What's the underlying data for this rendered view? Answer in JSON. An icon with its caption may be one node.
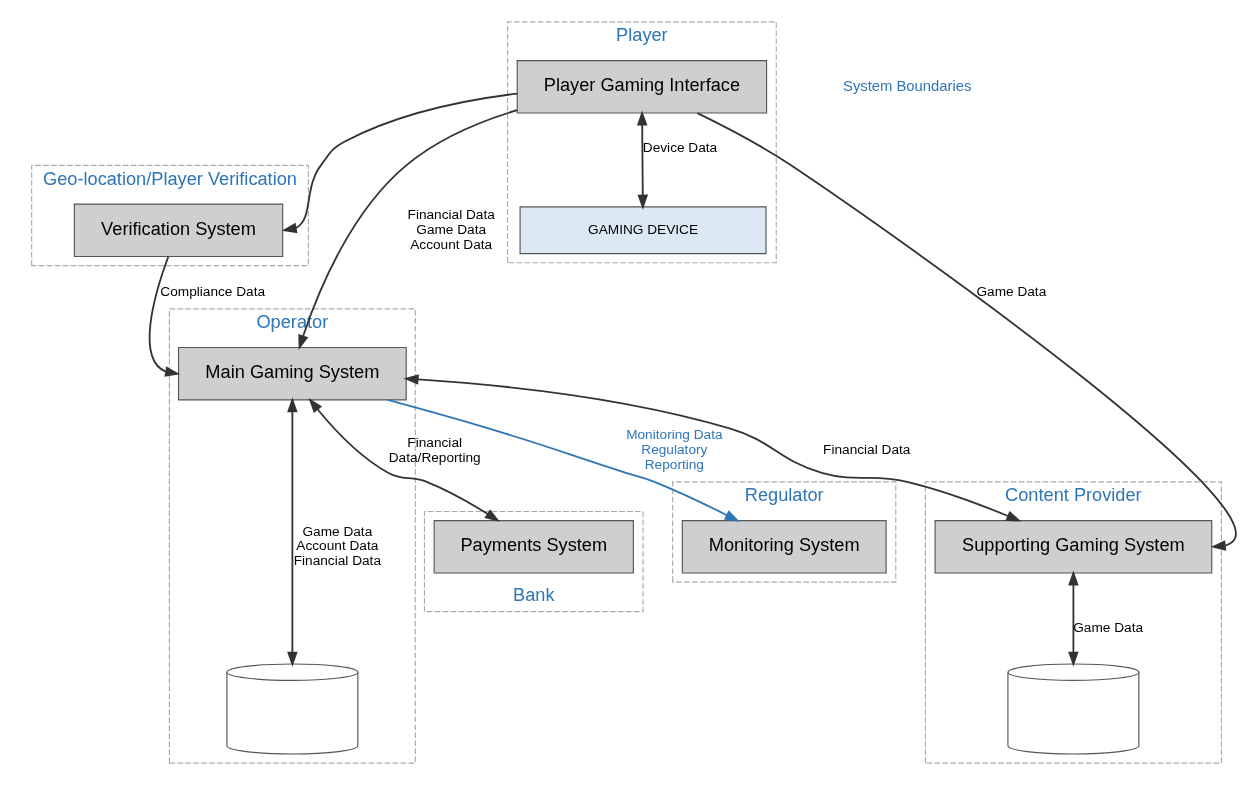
{
  "diagram": {
    "nodes": [
      {
        "text": [
          "Geo-location/Player Verification"
        ]
      },
      {
        "text": [
          "Verification System"
        ],
        "in": 0
      },
      {
        "text": [
          "Player"
        ]
      },
      {
        "text": [
          "Player Gaming Interface"
        ],
        "in": 2
      },
      {
        "text": [
          "GAMING DEVICE"
        ],
        "in": 2
      },
      {
        "text": [
          "Regulator"
        ]
      },
      {
        "text": [
          "Monitoring System"
        ],
        "in": 5
      },
      {
        "text": [
          "Operator"
        ]
      },
      {
        "text": [
          "Main Gaming System"
        ],
        "in": 7
      },
      {
        "text": [],
        "shape": "cylinder",
        "in": 7
      },
      {
        "text": [
          "Content Provider"
        ]
      },
      {
        "text": [
          "Supporting Gaming System"
        ],
        "in": 10
      },
      {
        "text": [],
        "shape": "cylinder",
        "in": 10
      },
      {
        "text": [
          "Bank"
        ]
      },
      {
        "text": [
          "Payments System"
        ],
        "in": 13
      }
    ],
    "edges": [
      {
        "from": 3,
        "to": 1,
        "arrow": "to"
      },
      {
        "from": 3,
        "to": 4,
        "arrow": "both",
        "label": "Device Data"
      },
      {
        "from": 3,
        "to": 8,
        "arrow": "to",
        "label": "Financial Data Game Data Account Data"
      },
      {
        "from": 3,
        "to": 11,
        "arrow": "to",
        "label": "Game Data"
      },
      {
        "from": 1,
        "to": 8,
        "arrow": "to",
        "label": "Compliance Data"
      },
      {
        "from": 8,
        "to": 6,
        "arrow": "to",
        "label": "Monitoring Data Regulatory Reporting",
        "color": "#2e75b6"
      },
      {
        "from": 8,
        "to": 11,
        "arrow": "both",
        "label": "Financial Data"
      },
      {
        "from": 8,
        "to": 14,
        "arrow": "both",
        "label": "Financial Data/Reporting"
      },
      {
        "from": 8,
        "to": 9,
        "arrow": "both",
        "label": "Game Data Account Data Financial Data"
      },
      {
        "from": 11,
        "to": 12,
        "arrow": "both",
        "label": "Game Data"
      }
    ],
    "labels": [
      "System Boundaries"
    ]
  }
}
